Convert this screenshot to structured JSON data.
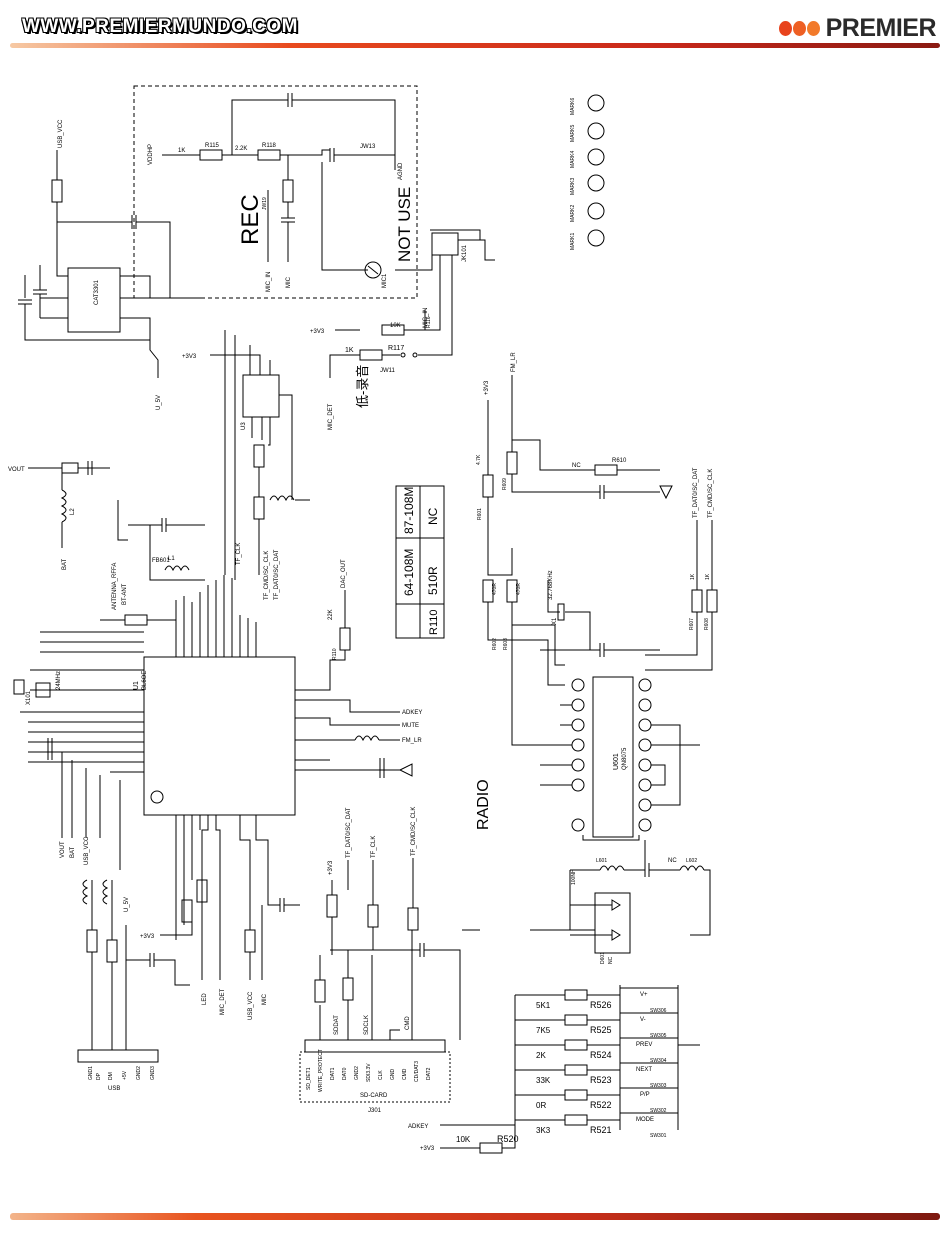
{
  "header": {
    "website_url": "WWW.PREMIERMUNDO.COM",
    "brand": "PREMIER"
  },
  "schematic": {
    "rec_label": "REC",
    "not_use_label": "NOT USE",
    "radio_label": "RADIO",
    "chinese_note": "低-录音",
    "radio_table": {
      "rows": [
        [
          "R110",
          "510R",
          "NC"
        ],
        [
          "",
          "64-108M",
          "87-108M"
        ]
      ]
    },
    "nets": {
      "usb_vcc": "USB_VCC",
      "u_5v": "U_5V",
      "vdd_hp": "VDDHP",
      "agnd": "AGND",
      "mic_in": "MIC_IN",
      "mic": "MIC",
      "mic_det": "MIC_DET",
      "vout": "VOUT",
      "bat": "BAT",
      "antenna": "ANTENNA_RFFA",
      "bt_ant": "BT-ANT",
      "p3v3": "+3V3",
      "dac_out": "DAC_OUT",
      "fm_lr": "FM_LR",
      "tf_clk": "TF_CLK",
      "tf_cmd": "TF_CMD/SC_CLK",
      "tf_dat": "TF_DAT0/SC_DAT",
      "adkey": "ADKEY",
      "mute": "MUTE",
      "led": "LED",
      "usb_vcc2": "USB_VCC"
    },
    "components": {
      "u1": "U1",
      "u1_part": "BL6OE",
      "u601": "U601",
      "u601_part": "QN8075",
      "u3": "U3",
      "cat": "CAT3301",
      "jk1": "JK101",
      "j301": "J301",
      "sd_card": "SD-CARD",
      "x1": "X1",
      "x1_freq": "32.768KHz",
      "x101": "X101",
      "x101_freq": "24MHz",
      "usb": "USB",
      "usb_pins": [
        "GND1",
        "DP",
        "DM",
        "+5V",
        "GND2",
        "GND3"
      ],
      "r116": "R116",
      "r117": "R117",
      "r118": "R118",
      "r115": "R115",
      "jw13": "JW13",
      "jw11": "JW11",
      "jw19": "JW19",
      "mic1": "MIC1",
      "r110": "R110",
      "r601": "R601",
      "r602": "R602",
      "r603": "R603",
      "r609": "R609",
      "r610": "R610",
      "r608": "R608",
      "r607": "R607",
      "l601": "L601",
      "l602": "L602",
      "d601": "D601",
      "fb601": "FB601",
      "l1": "L1",
      "l2": "L2",
      "val_1k": "1K",
      "val_2k2": "2.2K",
      "val_10k": "10K",
      "val_22k": "22K",
      "val_470r": "470R",
      "val_4k7": "4.7K",
      "val_33k": "33K",
      "val_100nh": "100NH",
      "nc": "NC"
    },
    "mark_labels": [
      "MARK6",
      "MARK5",
      "MARK4",
      "MARK3",
      "MARK2",
      "MARK1"
    ],
    "switches": [
      {
        "ref": "SW306",
        "key": "V+",
        "res": "R526",
        "val": "5K1"
      },
      {
        "ref": "SW305",
        "key": "V-",
        "res": "R525",
        "val": "7K5"
      },
      {
        "ref": "SW304",
        "key": "PREV",
        "res": "R524",
        "val": "2K"
      },
      {
        "ref": "SW303",
        "key": "NEXT",
        "res": "R523",
        "val": "33K"
      },
      {
        "ref": "SW302",
        "key": "P/P",
        "res": "R522",
        "val": "0R"
      },
      {
        "ref": "SW301",
        "key": "MODE",
        "res": "R521",
        "val": "3K3"
      }
    ],
    "r520": {
      "ref": "R520",
      "val": "10K"
    },
    "sd_pins": [
      "SD_DET1",
      "WRITE_PROTECT",
      "DAT1",
      "DAT0",
      "GND2",
      "SDI3.3V",
      "CLK",
      "GND",
      "CMD",
      "CD/DAT3",
      "DAT2"
    ],
    "sd_signals": [
      "SDDAT",
      "SDCLK",
      "CMD"
    ]
  },
  "colors": {
    "accent": "#e8431d",
    "line": "#000000"
  }
}
